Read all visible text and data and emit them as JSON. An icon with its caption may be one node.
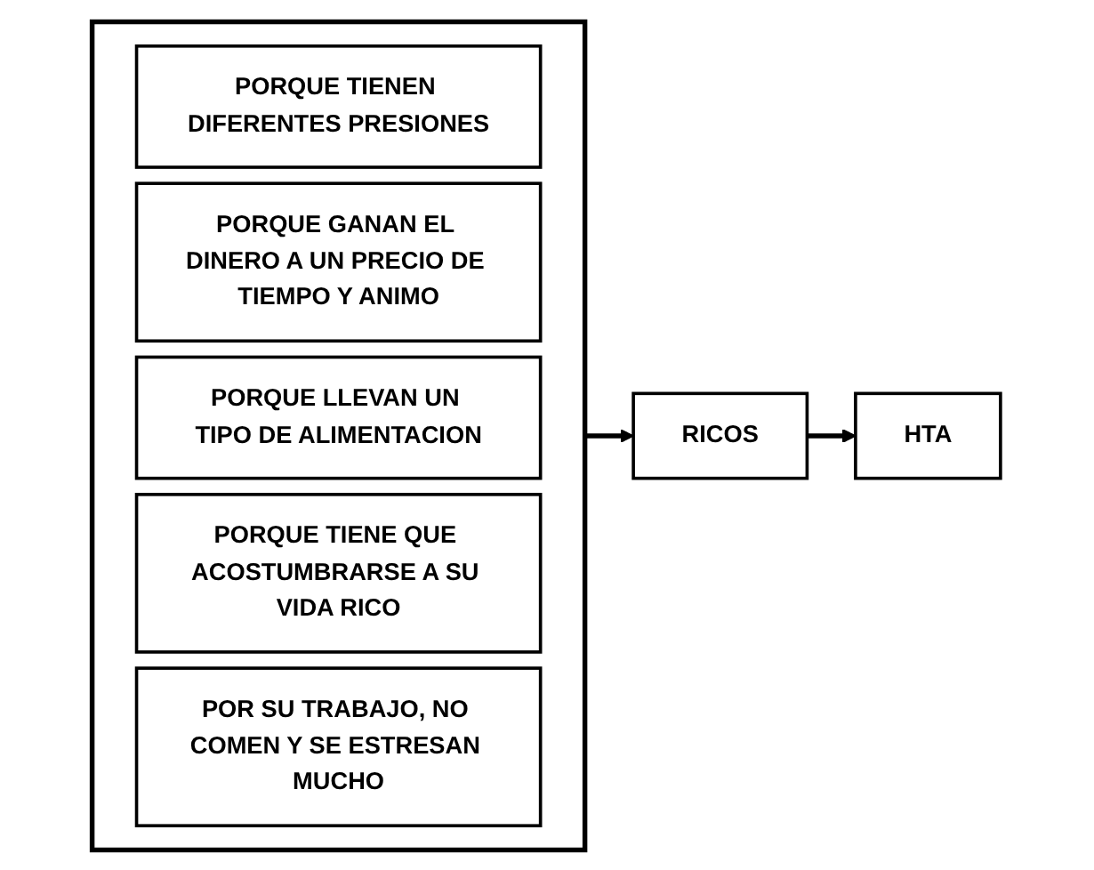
{
  "diagram": {
    "nodes": [
      {
        "text": [],
        "shape": "box"
      },
      {
        "text": [
          "PORQUE TIENEN DIFERENTES PRESIONES"
        ],
        "in": 0
      },
      {
        "text": [
          "PORQUE GANAN EL DINERO A UN PRECIO DE TIEMPO Y ANIMO"
        ],
        "in": 0
      },
      {
        "text": [
          "PORQUE LLEVAN UN TIPO DE ALIMENTACION"
        ],
        "in": 0
      },
      {
        "text": [
          "PORQUE TIENE QUE ACOSTUMBRARSE A SU VIDA RICO"
        ],
        "in": 0
      },
      {
        "text": [
          "POR SU TRABAJO, NO COMEN Y SE ESTRESAN MUCHO"
        ],
        "in": 0
      },
      {
        "text": [
          "RICOS"
        ]
      },
      {
        "text": [
          "HTA"
        ]
      }
    ],
    "edges": [
      {
        "from": 0,
        "to": 6,
        "arrow": "to"
      },
      {
        "from": 6,
        "to": 7,
        "arrow": "to"
      }
    ]
  }
}
